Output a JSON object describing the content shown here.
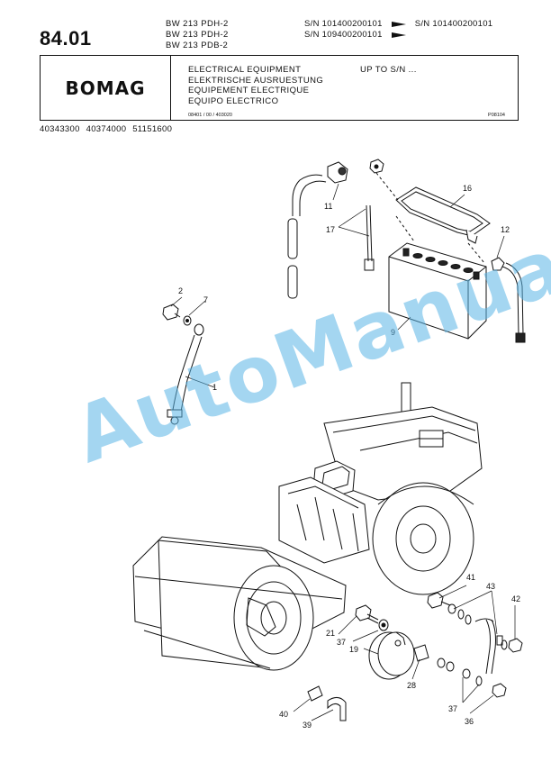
{
  "header": {
    "page_number": "84.01",
    "models": [
      "BW 213 PDH-2",
      "BW 213 PDH-2",
      "BW 213 PDB-2"
    ],
    "serial_ranges": [
      {
        "from": "S/N 101400200101",
        "to": "S/N 101400200101"
      },
      {
        "from": "S/N 109400200101",
        "to": ""
      }
    ],
    "brand": "BOMAG",
    "titles": [
      "ELECTRICAL EQUIPMENT",
      "ELEKTRISCHE AUSRUESTUNG",
      "EQUIPEMENT ELECTRIQUE",
      "EQUIPO ELECTRICO"
    ],
    "applicability": "UP TO S/N ...",
    "doc_ref": "08401 / 00 / 403020",
    "drawing_ref": "P08104",
    "part_numbers": "40343300   40374000   51151600"
  },
  "diagram": {
    "callouts": [
      "1",
      "2",
      "7",
      "9",
      "11",
      "12",
      "16",
      "17",
      "19",
      "21",
      "28",
      "36",
      "37",
      "37",
      "39",
      "40",
      "41",
      "42",
      "43"
    ],
    "icons": [
      "battery-icon",
      "cable-icon",
      "roller-machine-icon",
      "horn-icon",
      "bolt-icon",
      "nut-icon",
      "washer-icon"
    ]
  },
  "watermark": "AutoManual"
}
